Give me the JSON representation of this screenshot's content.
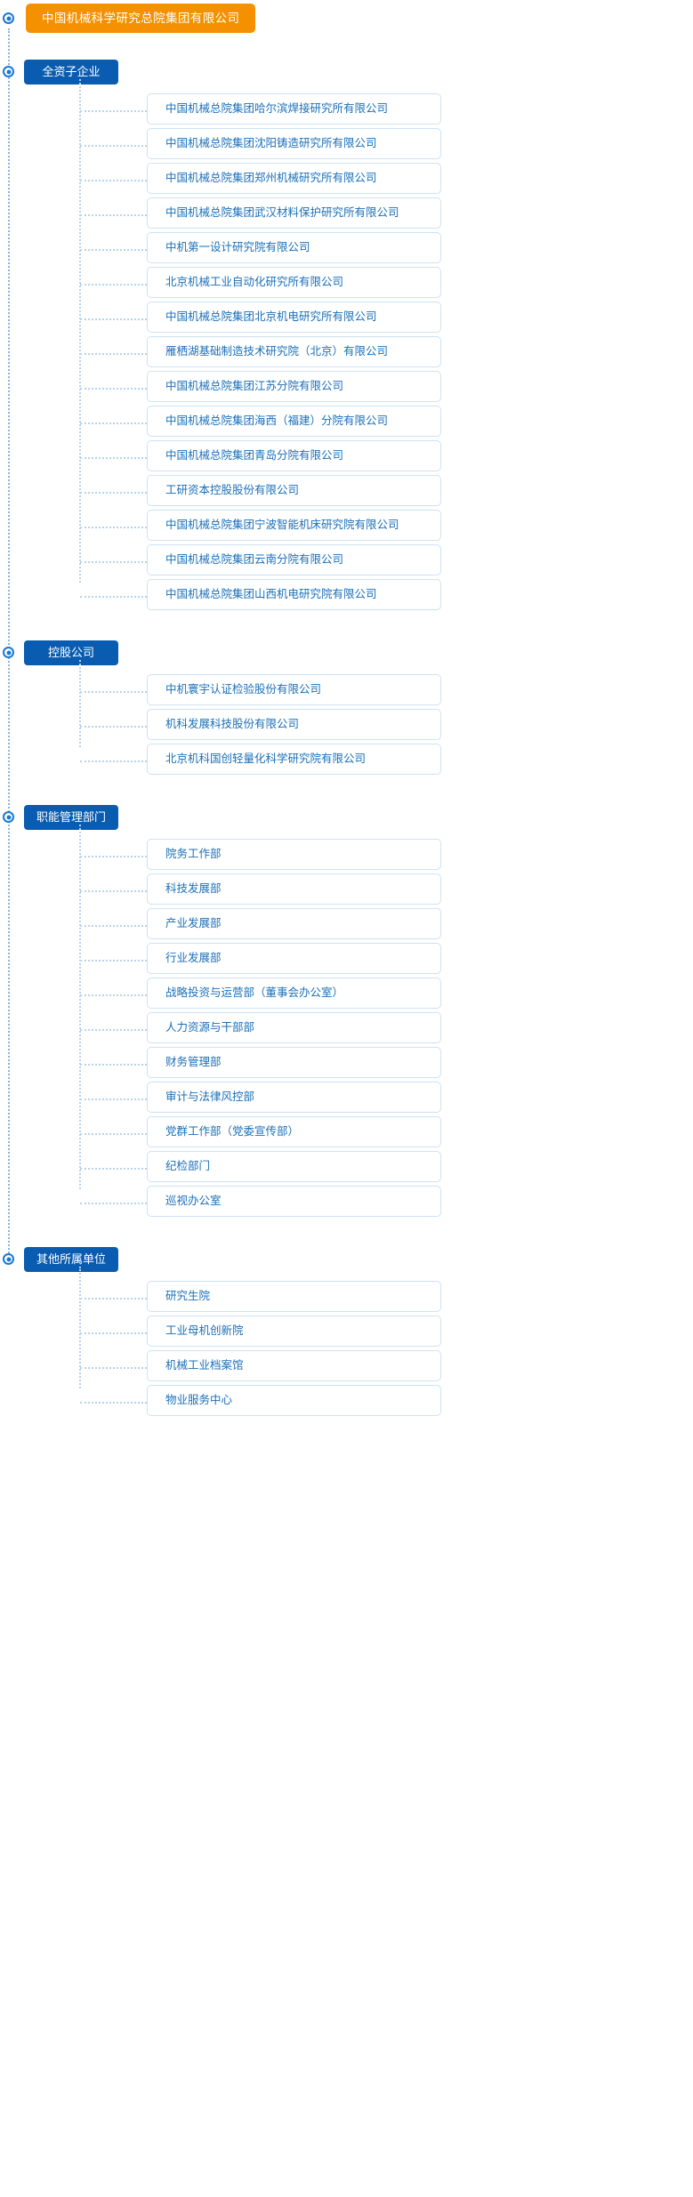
{
  "colors": {
    "root_bg": "#f59100",
    "group_bg": "#0a5cb0",
    "item_border": "#cfe2f2",
    "item_text": "#1a6fb8",
    "line": "#b8d2ea",
    "marker": "#1879d4"
  },
  "root": {
    "label": "中国机械科学研究总院集团有限公司"
  },
  "groups": [
    {
      "id": "wholly-owned-enterprises",
      "title": "全资子企业",
      "items": [
        "中国机械总院集团哈尔滨焊接研究所有限公司",
        "中国机械总院集团沈阳铸造研究所有限公司",
        "中国机械总院集团郑州机械研究所有限公司",
        "中国机械总院集团武汉材料保护研究所有限公司",
        "中机第一设计研究院有限公司",
        "北京机械工业自动化研究所有限公司",
        "中国机械总院集团北京机电研究所有限公司",
        "雁栖湖基础制造技术研究院（北京）有限公司",
        "中国机械总院集团江苏分院有限公司",
        "中国机械总院集团海西（福建）分院有限公司",
        "中国机械总院集团青岛分院有限公司",
        "工研资本控股股份有限公司",
        "中国机械总院集团宁波智能机床研究院有限公司",
        "中国机械总院集团云南分院有限公司",
        "中国机械总院集团山西机电研究院有限公司"
      ]
    },
    {
      "id": "holding-companies",
      "title": "控股公司",
      "items": [
        "中机寰宇认证检验股份有限公司",
        "机科发展科技股份有限公司",
        "北京机科国创轻量化科学研究院有限公司"
      ]
    },
    {
      "id": "functional-departments",
      "title": "职能管理部门",
      "items": [
        "院务工作部",
        "科技发展部",
        "产业发展部",
        "行业发展部",
        "战略投资与运营部（董事会办公室）",
        "人力资源与干部部",
        "财务管理部",
        "审计与法律风控部",
        "党群工作部（党委宣传部）",
        "纪检部门",
        "巡视办公室"
      ]
    },
    {
      "id": "other-affiliated-units",
      "title": "其他所属单位",
      "items": [
        "研究生院",
        "工业母机创新院",
        "机械工业档案馆",
        "物业服务中心"
      ]
    }
  ]
}
